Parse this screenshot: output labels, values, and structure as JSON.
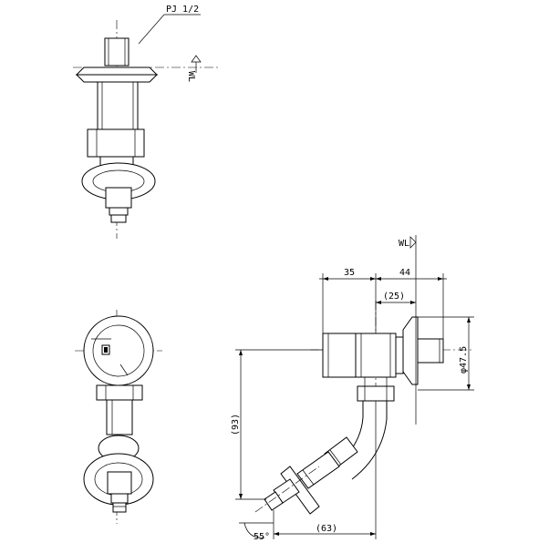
{
  "labels": {
    "pipe_thread": "PJ 1/2",
    "water_level": "WL",
    "dim_35": "35",
    "dim_44": "44",
    "dim_25": "(25)",
    "dim_93": "(93)",
    "dim_63": "(63)",
    "dim_angle": "55°",
    "dim_diameter": "φ47.5"
  }
}
